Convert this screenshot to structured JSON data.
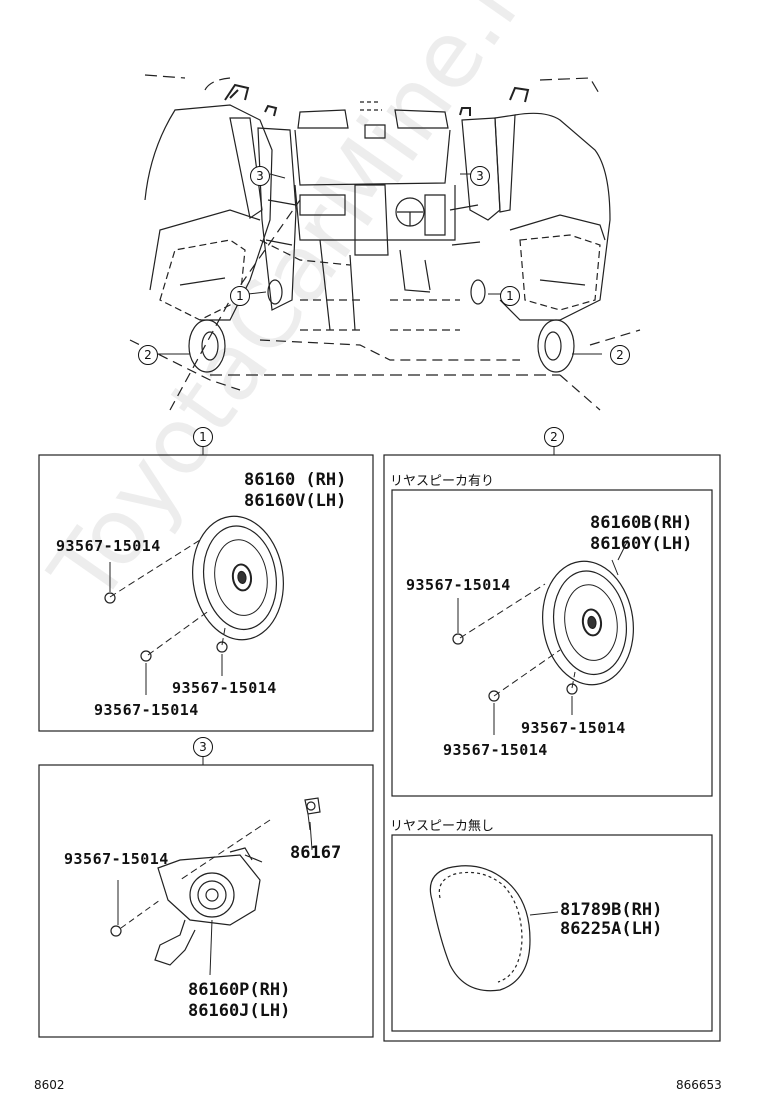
{
  "overview": {
    "callouts": [
      "1",
      "2",
      "3",
      "1",
      "2",
      "3"
    ]
  },
  "section1": {
    "marker": "1",
    "part_main": [
      "86160 (RH)",
      "86160V(LH)"
    ],
    "screws": [
      "93567-15014",
      "93567-15014",
      "93567-15014"
    ]
  },
  "section2": {
    "marker": "2",
    "variant_with": {
      "heading": "リヤスピーカ有り",
      "part_main": [
        "86160B(RH)",
        "86160Y(LH)"
      ],
      "screws": [
        "93567-15014",
        "93567-15014",
        "93567-15014"
      ]
    },
    "variant_without": {
      "heading": "リヤスピーカ無し",
      "part_main": [
        "81789B(RH)",
        "86225A(LH)"
      ]
    }
  },
  "section3": {
    "marker": "3",
    "clip": "86167",
    "screw": "93567-15014",
    "part_main": [
      "86160P(RH)",
      "86160J(LH)"
    ]
  },
  "footer": {
    "left": "8602",
    "right": "866653"
  },
  "watermark": "ToyotaCarMine.ru"
}
